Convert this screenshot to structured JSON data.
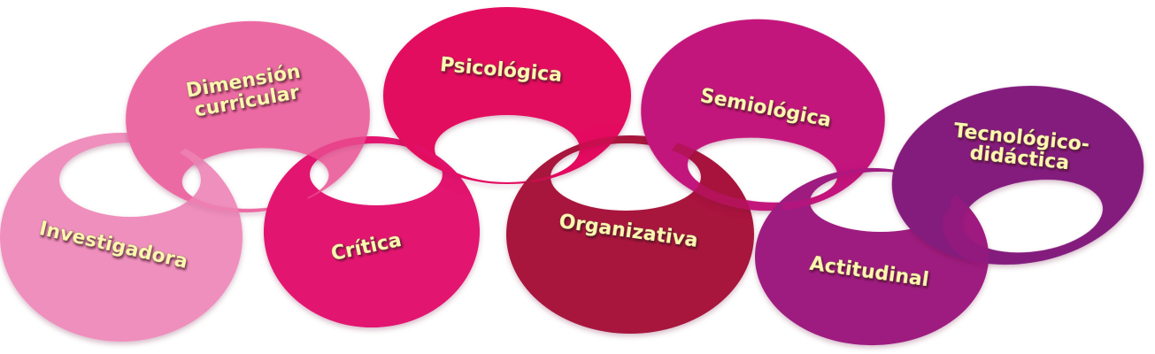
{
  "rings": [
    {
      "id": "investigadora",
      "lines": [
        "Investigadora"
      ],
      "color": "#ef8fbd"
    },
    {
      "id": "dimension-curricular",
      "lines": [
        "Dimensión",
        "curricular"
      ],
      "color": "#ec6aa3"
    },
    {
      "id": "critica",
      "lines": [
        "Crítica"
      ],
      "color": "#e2136f"
    },
    {
      "id": "psicologica",
      "lines": [
        "Psicológica"
      ],
      "color": "#e30a5e"
    },
    {
      "id": "organizativa",
      "lines": [
        "Organizativa"
      ],
      "color": "#a8123e"
    },
    {
      "id": "semiologica",
      "lines": [
        "Semiológica"
      ],
      "color": "#c3137c"
    },
    {
      "id": "actitudinal",
      "lines": [
        "Actitudinal"
      ],
      "color": "#9e1a80"
    },
    {
      "id": "tecnologico-didactica",
      "lines": [
        "Tecnológico-",
        "didáctica"
      ],
      "color": "#841c7e"
    }
  ]
}
